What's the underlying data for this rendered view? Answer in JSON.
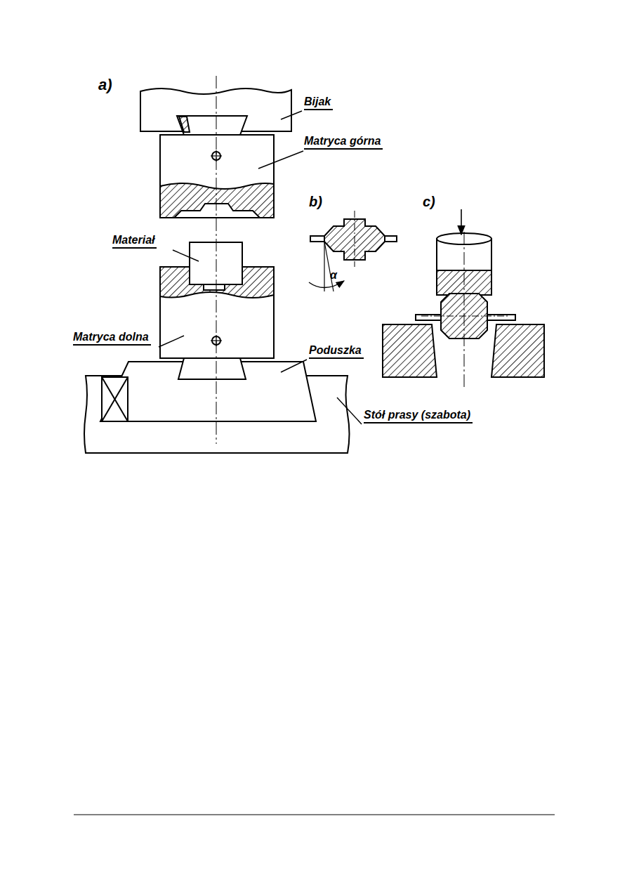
{
  "diagram": {
    "labels": [
      "a)",
      "Bijak",
      "Matryca górna",
      "b)",
      "c)",
      "Materiał",
      "α",
      "Matryca dolna",
      "Poduszka",
      "Stół prasy (szabota)"
    ]
  }
}
